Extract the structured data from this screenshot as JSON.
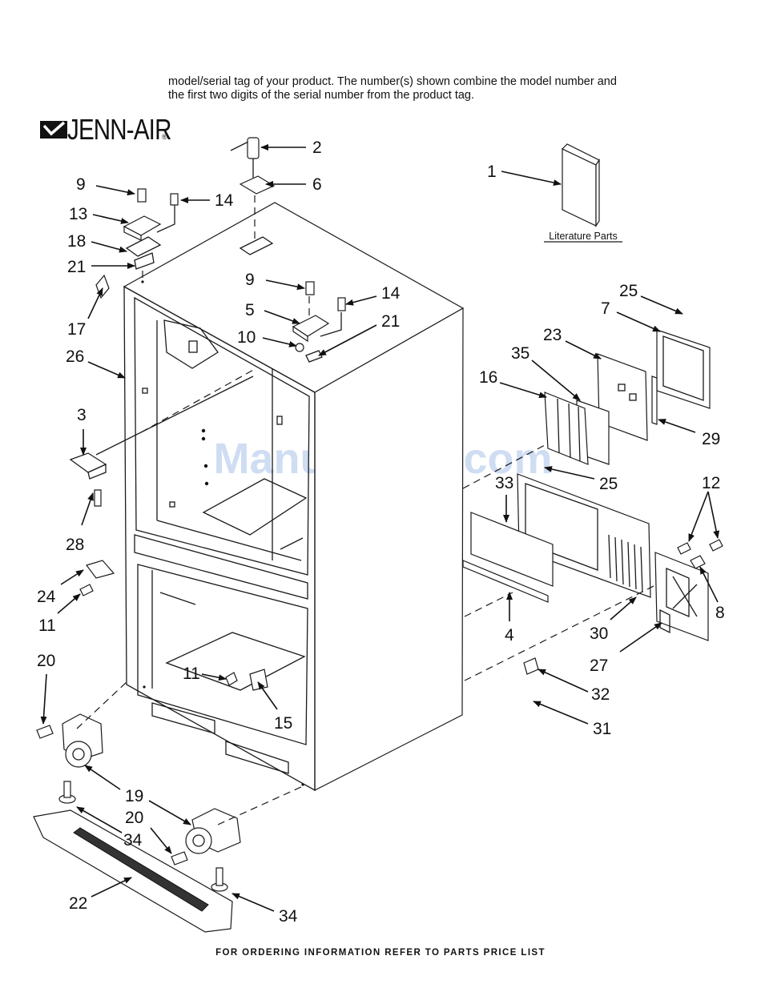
{
  "intro_text": "model/serial tag of your product. The number(s) shown combine the model number and the first two digits of the serial number from the product tag.",
  "brand": "JENN-AIR",
  "brand_mark": "®",
  "literature_label": "Literature Parts",
  "watermark": "ManualsLib.com",
  "footer": "FOR ORDERING INFORMATION REFER TO PARTS PRICE LIST",
  "callouts": [
    "2",
    "6",
    "9",
    "14",
    "13",
    "18",
    "21",
    "17",
    "26",
    "1",
    "9",
    "14",
    "5",
    "10",
    "21",
    "25",
    "7",
    "23",
    "35",
    "16",
    "3",
    "28",
    "24",
    "11",
    "33",
    "25",
    "29",
    "12",
    "8",
    "4",
    "30",
    "27",
    "20",
    "11",
    "15",
    "32",
    "31",
    "19",
    "20",
    "34",
    "22",
    "34"
  ]
}
